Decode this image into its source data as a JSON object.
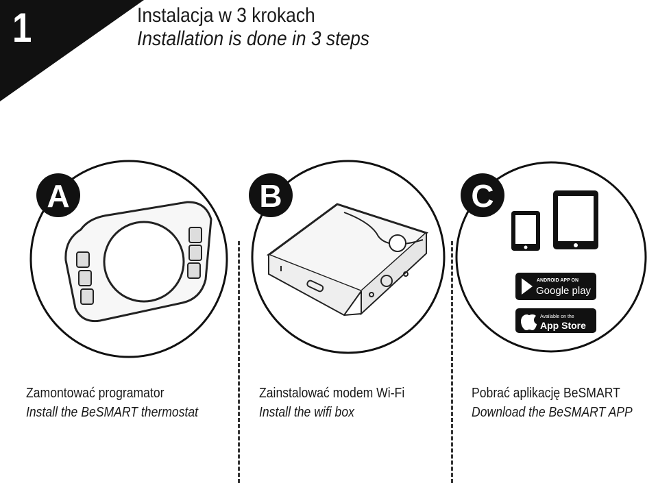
{
  "header": {
    "step_number": "1",
    "title_pl": "Instalacja w 3 krokach",
    "title_en": "Installation is done in 3 steps"
  },
  "steps": [
    {
      "letter": "A",
      "caption_pl": "Zamontować programator",
      "caption_en": "Install the BeSMART thermostat",
      "icon": "thermostat-icon"
    },
    {
      "letter": "B",
      "caption_pl": "Zainstalować modem Wi-Fi",
      "caption_en": "Install the wifi box",
      "icon": "wifi-box-icon"
    },
    {
      "letter": "C",
      "caption_pl": "Pobrać aplikację BeSMART",
      "caption_en": "Download the BeSMART APP",
      "icon": "tablet-icon",
      "stores": {
        "google_small": "ANDROID APP ON",
        "google_big": "Google play",
        "apple_small": "Available on the",
        "apple_big": "App Store"
      }
    }
  ]
}
